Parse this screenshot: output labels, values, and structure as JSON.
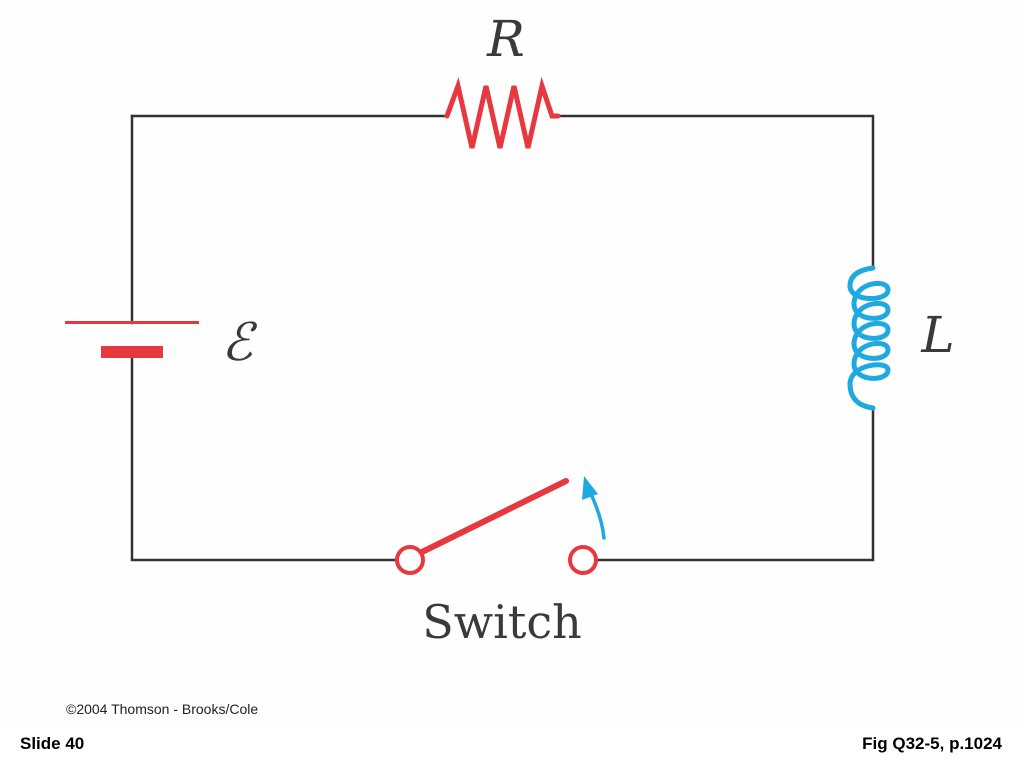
{
  "figure": {
    "resistor_label": "R",
    "inductor_label": "L",
    "emf_label": "ℰ",
    "switch_label": "Switch",
    "copyright": "©2004 Thomson - Brooks/Cole"
  },
  "footer": {
    "slide_label": "Slide 40",
    "figure_ref": "Fig Q32-5, p.1024"
  },
  "colors": {
    "wire": "#333333",
    "resistor": "#e8383f",
    "battery": "#e8383f",
    "switch": "#e8383f",
    "inductor": "#1fa9e1",
    "arrow": "#1fa9e1"
  }
}
